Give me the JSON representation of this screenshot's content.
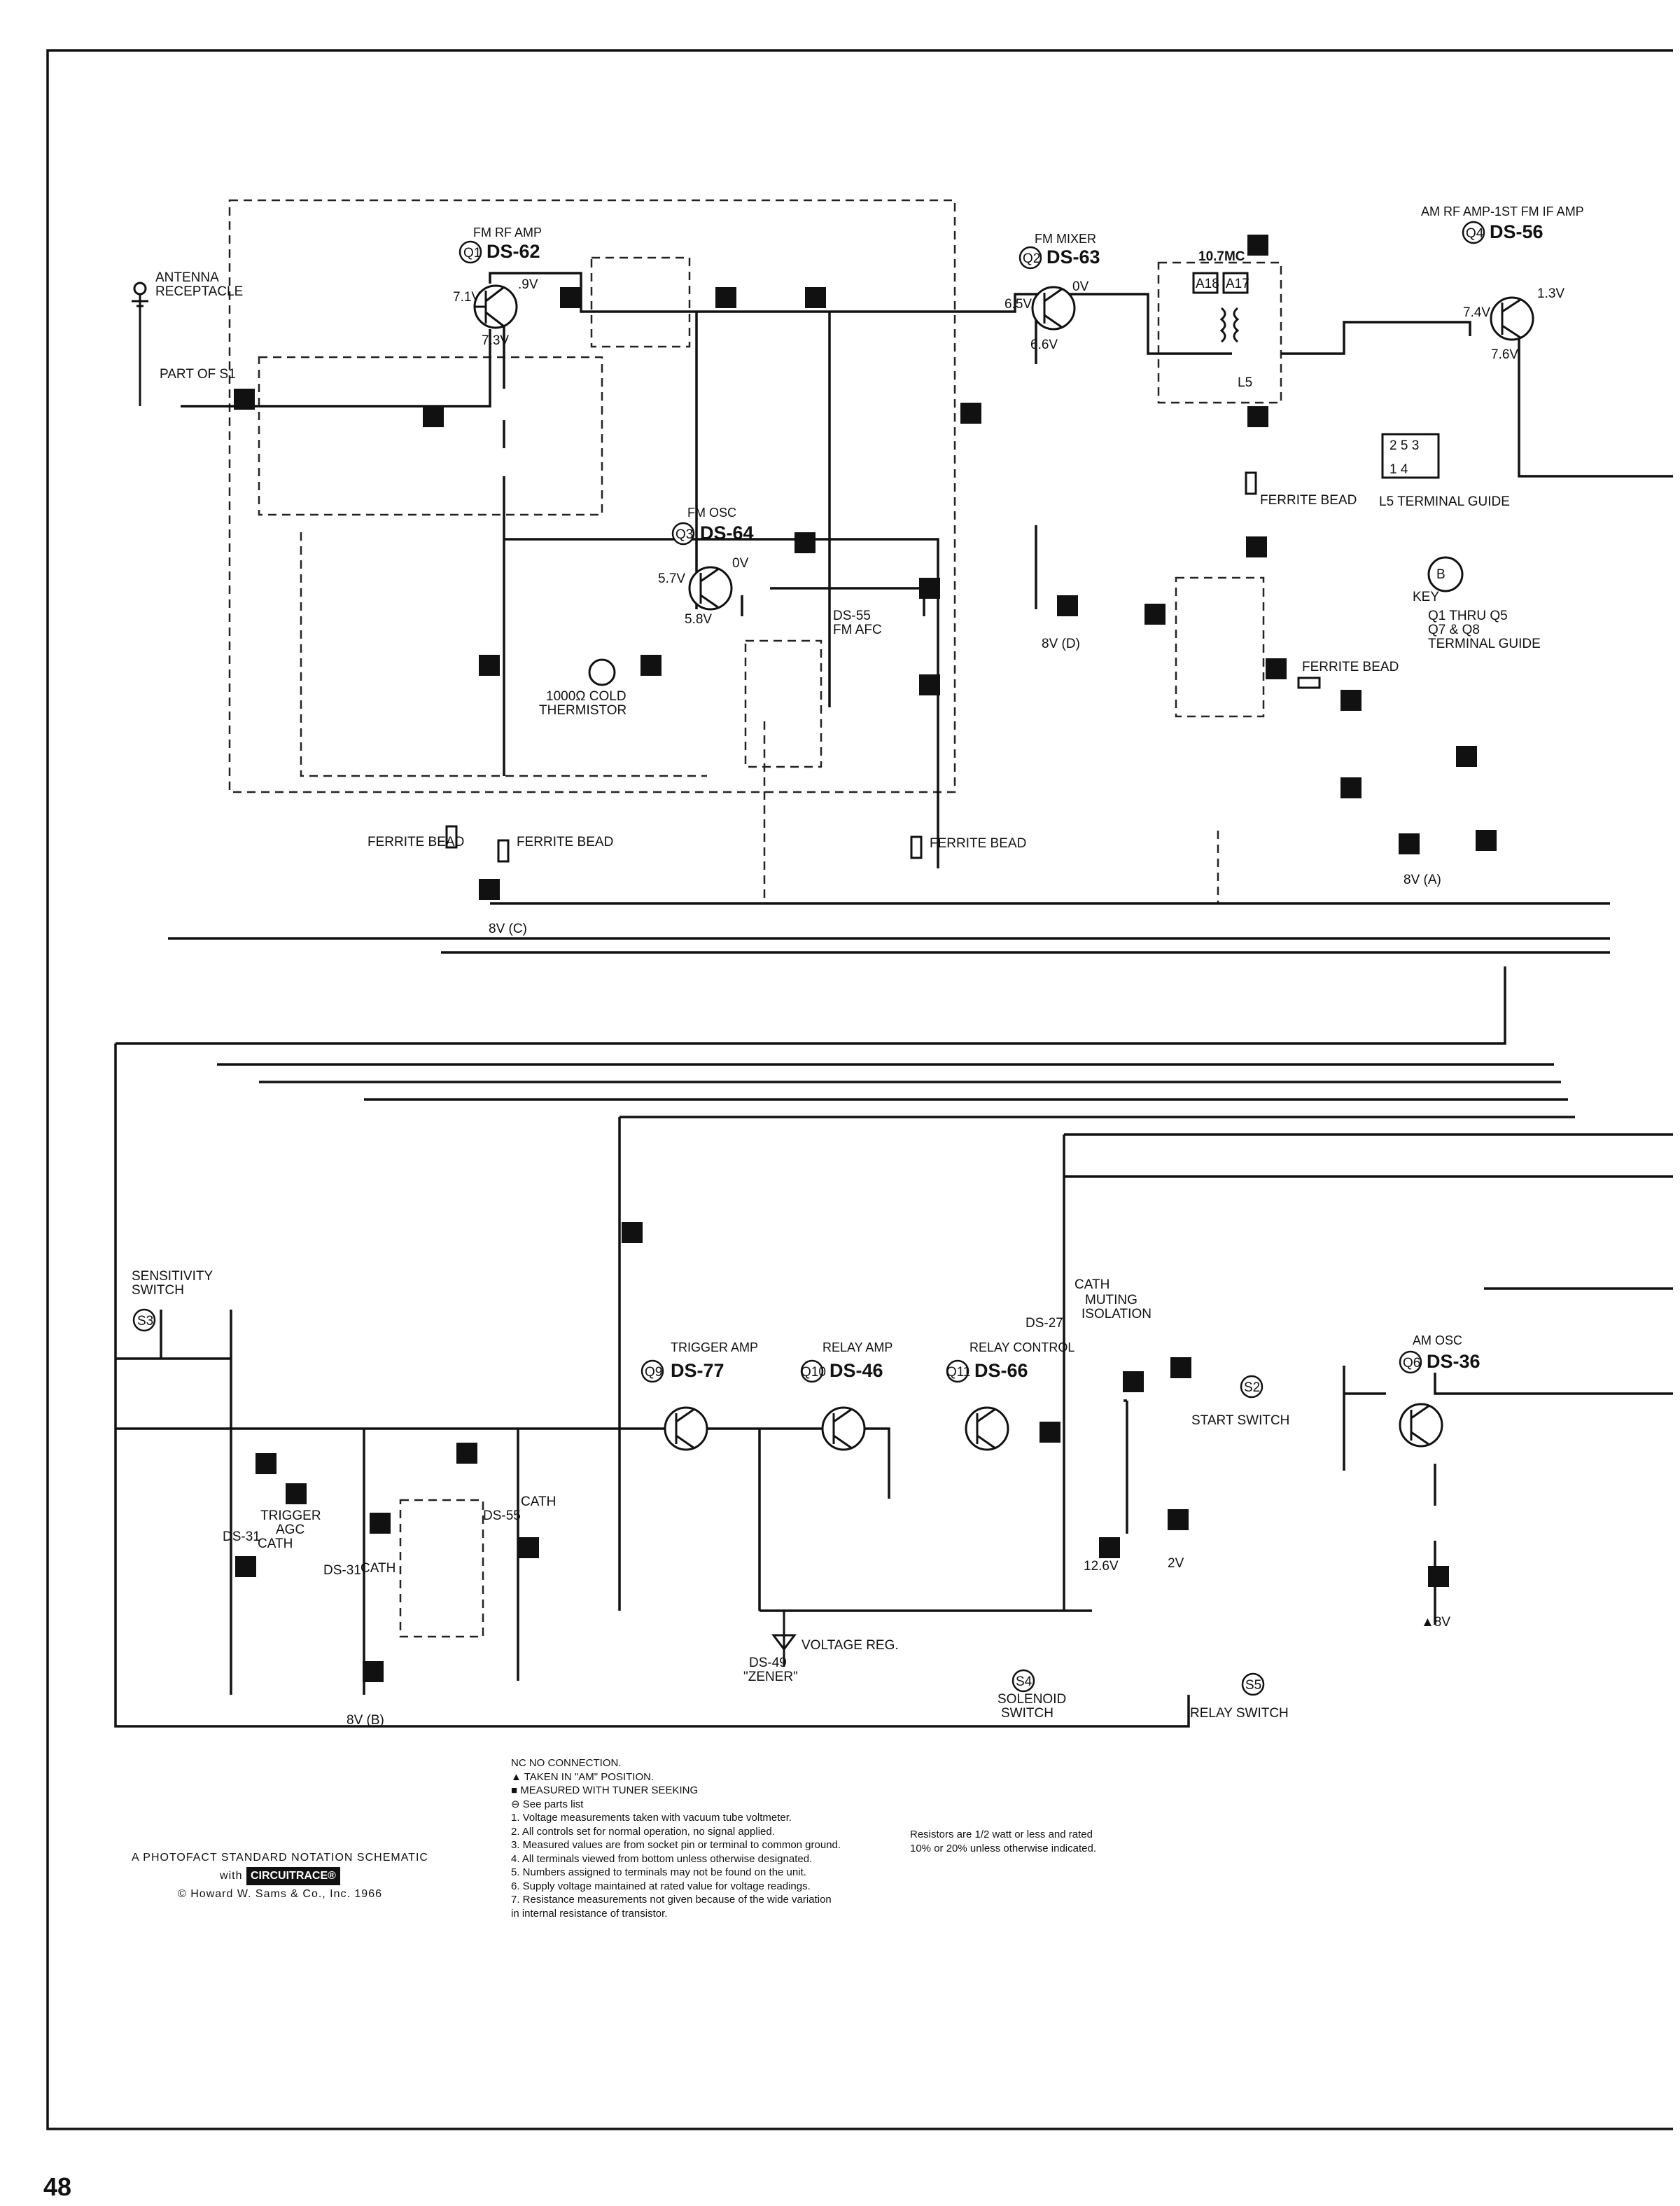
{
  "page": {
    "number": "48"
  },
  "sections": {
    "fm_rf_amp": {
      "title": "FM RF AMP",
      "ref": "Q1",
      "type": "DS-62"
    },
    "fm_mixer": {
      "title": "FM MIXER",
      "ref": "Q2",
      "type": "DS-63"
    },
    "fm_osc": {
      "title": "FM OSC",
      "ref": "Q3",
      "type": "DS-64"
    },
    "am_rf_amp": {
      "title": "AM RF AMP-1ST FM IF AMP",
      "ref": "Q4",
      "type": "DS-56"
    },
    "trigger_amp": {
      "title": "TRIGGER AMP",
      "ref": "Q9",
      "type": "DS-77"
    },
    "relay_amp": {
      "title": "RELAY AMP",
      "ref": "Q10",
      "type": "DS-46"
    },
    "relay_control": {
      "title": "RELAY CONTROL",
      "ref": "Q11",
      "type": "DS-66"
    },
    "am_osc": {
      "title": "AM OSC",
      "ref": "Q6",
      "type": "DS-36"
    }
  },
  "labels": {
    "antenna": "ANTENNA",
    "receptacle": "RECEPTACLE",
    "part_of_s1": "PART OF S1",
    "ferrite_bead": "FERRITE BEAD",
    "mc": "10.7MC",
    "l5_terminal_guide": "L5 TERMINAL GUIDE",
    "key": "KEY",
    "q1_q5": "Q1 THRU Q5",
    "q7_q8": "Q7 & Q8",
    "terminal_guide": "TERMINAL GUIDE",
    "cold_thermistor_1": "1000Ω COLD",
    "cold_thermistor_2": "THERMISTOR",
    "fm_afc": "FM AFC",
    "x1_type": "DS-55",
    "sensitivity_1": "SENSITIVITY",
    "sensitivity_2": "SWITCH",
    "trigger_agc_1": "TRIGGER",
    "trigger_agc_2": "AGC",
    "cath": "CATH",
    "muting_1": "MUTING",
    "muting_2": "ISOLATION",
    "voltage_reg": "VOLTAGE REG.",
    "zener": "\"ZENER\"",
    "x13_type": "DS-49",
    "x12_type": "DS-27",
    "x9_type": "DS-31",
    "x10_type": "DS-31",
    "x11_type": "DS-55",
    "start_switch": "START SWITCH",
    "relay_switch": "RELAY SWITCH",
    "solenoid_1": "SOLENOID",
    "solenoid_2": "SWITCH",
    "v8c": "8V (C)",
    "v8d": "8V (D)",
    "v8a": "8V (A)",
    "v8b": "8V (B)",
    "v8": "▲8V",
    "v2": "2V",
    "v126": "12.6V"
  },
  "notes": [
    "NC  NO CONNECTION.",
    "▲  TAKEN IN \"AM\" POSITION.",
    "■  MEASURED WITH TUNER SEEKING",
    "⊖  See parts list",
    "1.  Voltage measurements taken with vacuum tube voltmeter.",
    "2.  All controls set for normal operation, no signal applied.",
    "3.  Measured values are from socket pin or terminal to common ground.",
    "4.  All terminals viewed from bottom unless otherwise designated.",
    "5.  Numbers assigned to terminals may not be found on the unit.",
    "6.  Supply voltage maintained at rated value for voltage readings.",
    "7.  Resistance measurements not given because of the wide variation",
    "     in internal resistance of transistor."
  ],
  "resistor_note": [
    "Resistors are 1/2 watt or less and rated",
    "10% or 20% unless otherwise indicated."
  ],
  "credit": {
    "line1": "A PHOTOFACT STANDARD NOTATION SCHEMATIC",
    "with": "with",
    "brand": "CIRCUITRACE®",
    "copyright": "© Howard W. Sams & Co., Inc. 1966"
  }
}
